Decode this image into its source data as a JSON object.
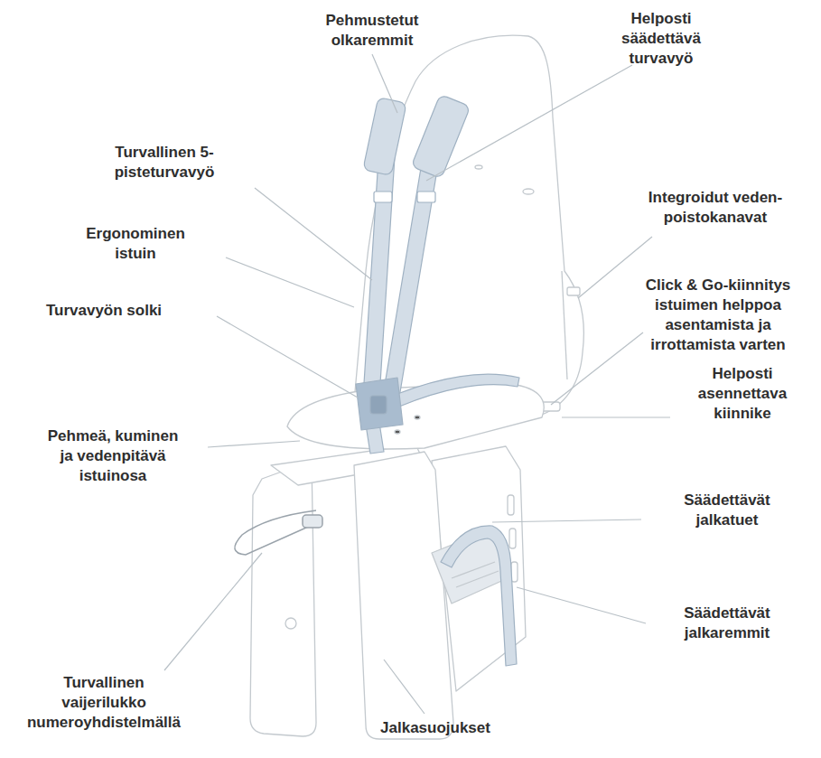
{
  "diagram": {
    "labels": [
      "Pehmustetut olkaremmit",
      "Helposti säädettävä turvavyö",
      "Turvallinen 5-pisteturvavyö",
      "Integroidut veden- poistokanavat",
      "Ergonominen istuin",
      "Click & Go-kiinnitys istuimen helppoa asentamista ja irrottamista varten",
      "Turvavyön solki",
      "Helposti asennettava kiinnike",
      "Pehmeä, kuminen ja vedenpitävä istuinosa",
      "Säädettävät jalkatuet",
      "Säädettävät jalkaremmit",
      "Turvallinen vaijerilukko numeroyhdistelmällä",
      "Jalkasuojukset"
    ]
  }
}
